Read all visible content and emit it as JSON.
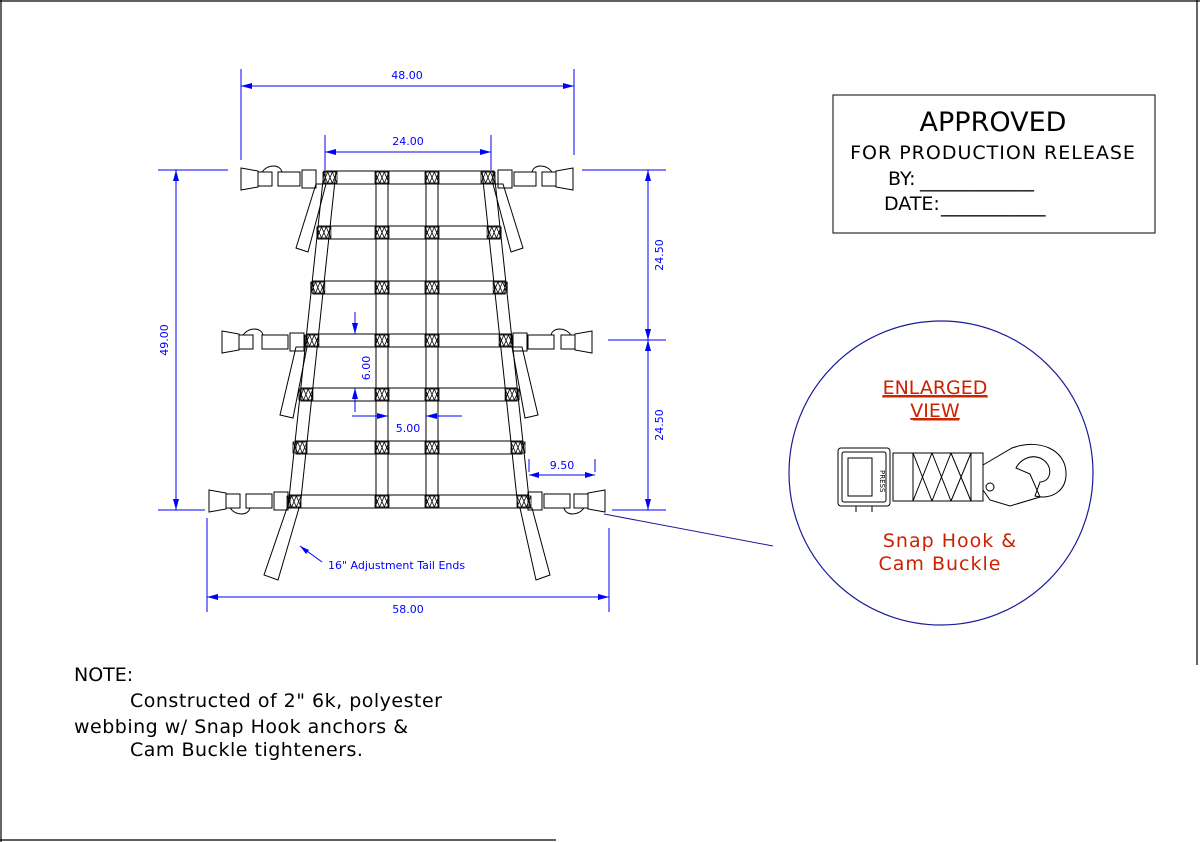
{
  "dimensions": {
    "overall_top_width": "48.00",
    "center_width": "24.00",
    "overall_height": "49.00",
    "upper_height": "24.50",
    "lower_height": "24.50",
    "grid_vertical": "6.00",
    "grid_horizontal": "5.00",
    "hook_length": "9.50",
    "overall_bottom_width": "58.00"
  },
  "callout_tail": "16\" Adjustment Tail Ends",
  "approval": {
    "title": "APPROVED",
    "subtitle": "FOR PRODUCTION RELEASE",
    "by_label": "BY:",
    "by_line": "____________",
    "date_label": "DATE:",
    "date_line": "___________"
  },
  "enlarged_view": {
    "heading_line1": "ENLARGED",
    "heading_line2": "VIEW",
    "buckle_text": "PRESS",
    "caption_line1": "Snap Hook &",
    "caption_line2": "Cam Buckle"
  },
  "note": {
    "label": "NOTE:",
    "line1": "Constructed of 2\" 6k, polyester",
    "line2": "webbing w/ Snap Hook anchors &",
    "line3": "Cam Buckle tighteners."
  },
  "colors": {
    "dimension": "#0000ff",
    "drawing": "#000000",
    "enlarged_circle": "#1a1a99",
    "enlarged_text": "#cc2200"
  }
}
